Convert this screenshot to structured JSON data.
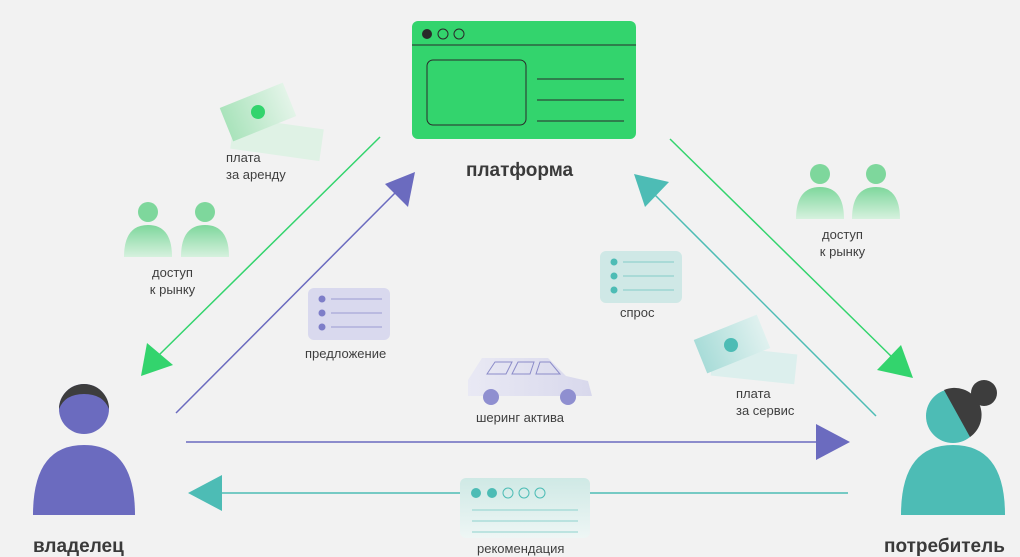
{
  "nodes": {
    "platform": "платформа",
    "owner": "владелец",
    "consumer": "потребитель"
  },
  "labels": {
    "rent_fee": "плата\nза аренду",
    "market_access_left": "доступ\nк рынку",
    "market_access_right": "доступ\nк рынку",
    "offer": "предложение",
    "demand": "спрос",
    "service_fee": "плата\nза сервис",
    "asset_sharing": "шеринг актива",
    "recommendation": "рекомендация"
  },
  "colors": {
    "background": "#f2f2f2",
    "green": "#33d46d",
    "green_light": "#bfe8cc",
    "purple": "#6b6bbf",
    "purple_light": "#d9d9ee",
    "teal": "#4dbcb5",
    "teal_light": "#cfe8e6",
    "dark": "#3d3d3d"
  },
  "icons": [
    "browser-window-icon",
    "banknote-icon",
    "people-icon",
    "list-card-icon",
    "car-icon",
    "rating-card-icon",
    "person-icon"
  ]
}
